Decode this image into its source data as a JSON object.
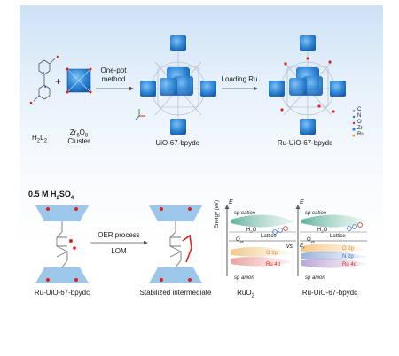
{
  "top": {
    "ligand_label": "H",
    "ligand_sub": "2",
    "ligand_label2": "L",
    "ligand_sub2": "2",
    "plus": "+",
    "cluster_label": "Zr6O8",
    "cluster_label_cluster": "Cluster",
    "arrow1": "One-pot method",
    "arrow1_line1": "One-pot",
    "arrow1_line2": "method",
    "mof1": "UiO-67-bpydc",
    "arrow2": "Loading Ru",
    "mof2": "Ru-UiO-67-bpydc",
    "legend": [
      "C",
      "N",
      "O",
      "Zr",
      "Ru"
    ]
  },
  "bottom": {
    "condition": "0.5 M H",
    "condition_sub": "2",
    "condition_tail": "SO",
    "condition_sub2": "4",
    "left_label": "Ru-UiO-67-bpydc",
    "arrow_top": "OER process",
    "arrow_bottom": "LOM",
    "mid_label": "Stabilized intermediate",
    "vs": "vs.",
    "band_left": {
      "title": "RuO",
      "title_sub": "2",
      "E": "E",
      "sp_cation": "sp cation",
      "h2o": "H2O",
      "lattice": "Lattice",
      "ovs": "O",
      "ovs_sub": "vs",
      "o2p": "O 2p",
      "ru4d": "Ru 4d",
      "sp_anion": "sp anion",
      "yaxis": "Energy (eV)"
    },
    "band_right": {
      "title": "Ru-UiO-67-bpydc",
      "E": "E",
      "sp_cation": "sp cation",
      "h2o": "H2O",
      "lattice": "Lattice",
      "ovs": "O",
      "ovs_sub": "vs",
      "ef": "Ef",
      "o2p": "O 2p",
      "n2p": "N 2p",
      "ru4d": "Ru 4d",
      "sp_anion": "sp anion"
    }
  },
  "colors": {
    "zr_blue": "#2f86d6",
    "ru_red": "#e2231a",
    "o2p_orange": "#e8a23a",
    "ru4d_red": "#e07a78",
    "n2p_blue": "#6c8fd0",
    "sp_green": "#3f9f86"
  }
}
